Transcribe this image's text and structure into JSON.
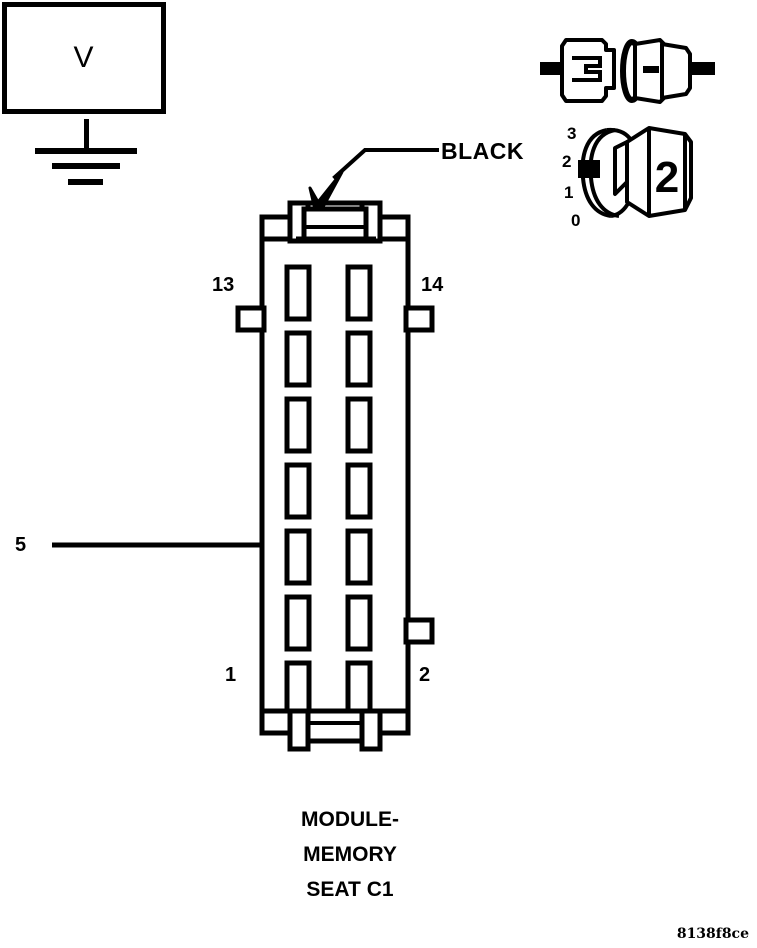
{
  "figure": {
    "id": "8138f8ce",
    "caption_lines": [
      "MODULE-",
      "MEMORY",
      "SEAT C1"
    ]
  },
  "voltmeter": {
    "symbol": "V",
    "name": "voltmeter",
    "ground_bars": 3
  },
  "callouts": {
    "wire_color": "BLACK",
    "probe_pin": "5"
  },
  "connector": {
    "name": "MODULE-MEMORY SEAT C1",
    "corner_pins": {
      "top_left": "13",
      "top_right": "14",
      "bottom_left": "1",
      "bottom_right": "2"
    },
    "cavity_rows": 7,
    "cavity_columns": 2,
    "highlighted_cavity_row": 5,
    "highlighted_cavity_column": "left"
  },
  "cavity_tool": {
    "indicator_labels": [
      "3",
      "2",
      "1",
      "0"
    ],
    "selected_position": "2",
    "block_label": "2"
  },
  "colors": {
    "line": "#000000",
    "background": "#ffffff"
  }
}
